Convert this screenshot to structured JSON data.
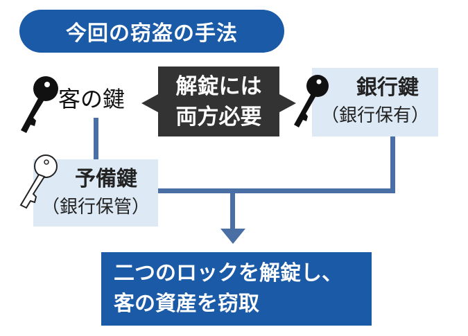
{
  "title": "今回の窃盗の手法",
  "customer_key": "客の鍵",
  "center": {
    "line1": "解錠には",
    "line2": "両方必要"
  },
  "bank_key": {
    "label": "銀行鍵",
    "note": "（銀行保有）"
  },
  "spare_key": {
    "label": "予備鍵",
    "note": "（銀行保管）"
  },
  "result": {
    "line1": "二つのロックを解錠し、",
    "line2": "客の資産を窃取"
  },
  "colors": {
    "blue": "#1a5aa6",
    "dark": "#333333",
    "light": "#dde9f5",
    "line": "#4a6fa5"
  }
}
